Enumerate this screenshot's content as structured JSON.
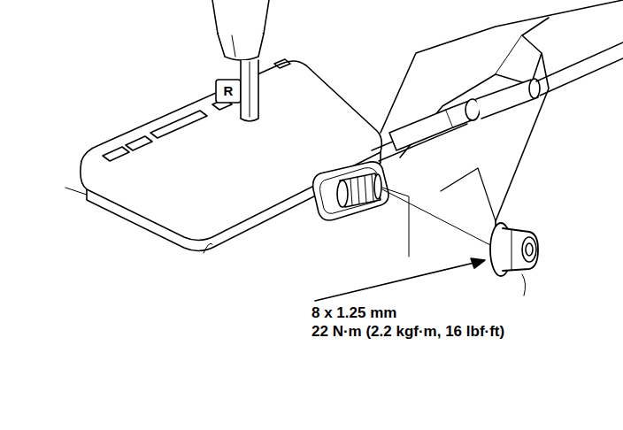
{
  "diagram": {
    "labels": [
      "R",
      "8 x 1.25 mm",
      "22 N·m (2.2 kgf·m, 16 lbf·ft)"
    ]
  }
}
